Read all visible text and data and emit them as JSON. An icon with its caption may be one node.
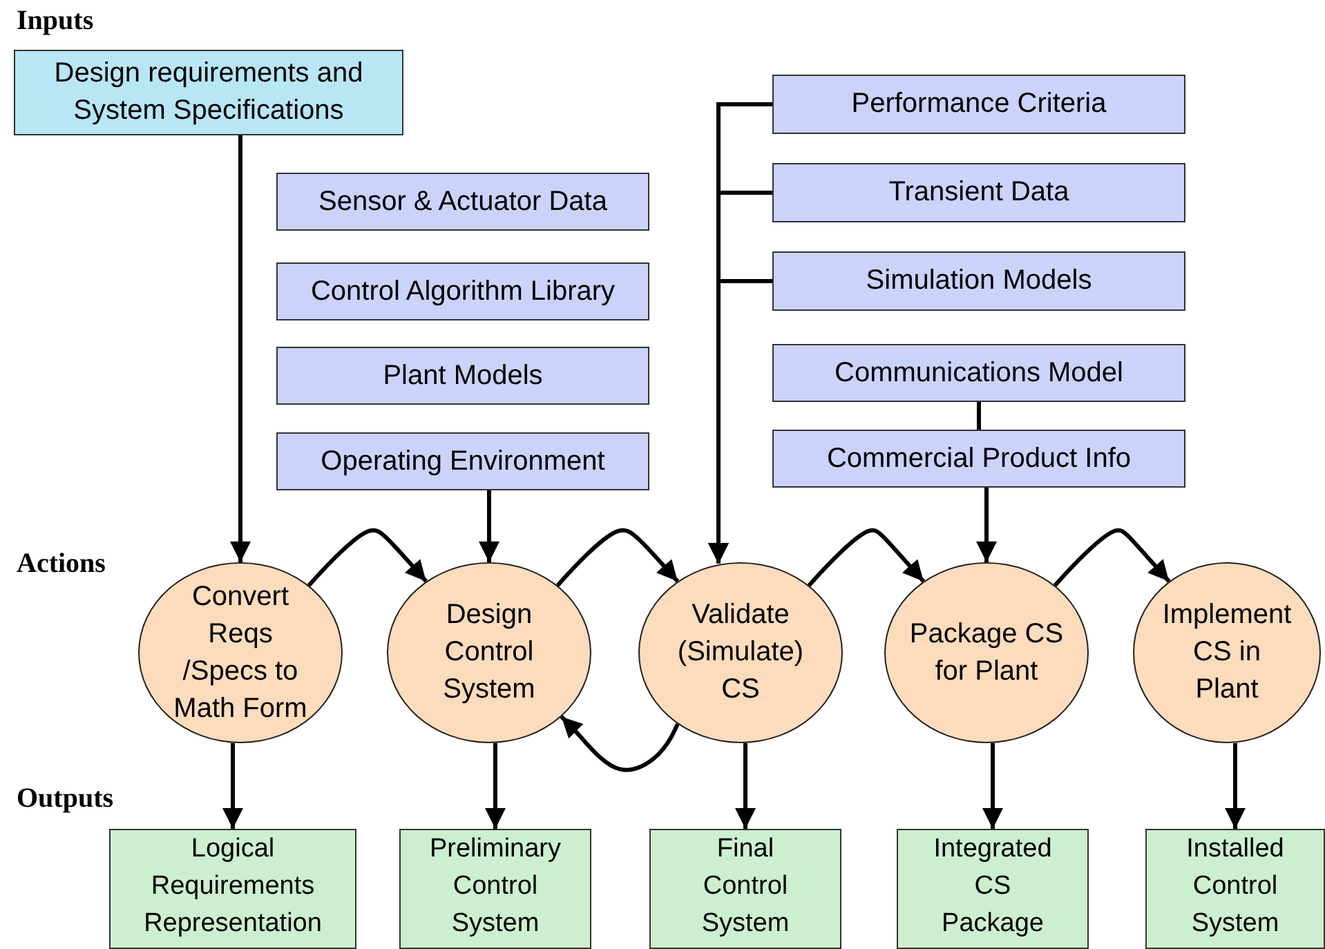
{
  "diagram": {
    "nodes": [
      {
        "text": [
          "Design requirements and System Specifications"
        ]
      },
      {
        "text": [
          "Sensor & Actuator Data"
        ]
      },
      {
        "text": [
          "Control Algorithm Library"
        ]
      },
      {
        "text": [
          "Plant Models"
        ]
      },
      {
        "text": [
          "Operating Environment"
        ]
      },
      {
        "text": [
          "Performance Criteria"
        ]
      },
      {
        "text": [
          "Transient Data"
        ]
      },
      {
        "text": [
          "Simulation Models"
        ]
      },
      {
        "text": [
          "Communications Model"
        ]
      },
      {
        "text": [
          "Commercial Product Info"
        ]
      },
      {
        "text": [
          "Convert Reqs /Specs to Math Form"
        ]
      },
      {
        "text": [
          "Design Control System"
        ]
      },
      {
        "text": [
          "Validate (Simulate) CS"
        ]
      },
      {
        "text": [
          "Package CS for Plant"
        ]
      },
      {
        "text": [
          "Implement CS in Plant"
        ]
      },
      {
        "text": [
          "Logical Requirements Representation"
        ]
      },
      {
        "text": [
          "Preliminary Control System"
        ]
      },
      {
        "text": [
          "Final Control System"
        ]
      },
      {
        "text": [
          "Integrated CS Package"
        ]
      },
      {
        "text": [
          "Installed Control System"
        ]
      }
    ],
    "edges": [
      {
        "from": 0,
        "to": 10,
        "arrow": "to"
      },
      {
        "from": 4,
        "to": 11,
        "arrow": "to"
      },
      {
        "from": 5,
        "to": 12,
        "arrow": "to"
      },
      {
        "from": 6,
        "to": 12,
        "arrow": "to"
      },
      {
        "from": 7,
        "to": 12,
        "arrow": "to"
      },
      {
        "from": 8,
        "to": 9,
        "arrow": "none"
      },
      {
        "from": 9,
        "to": 13,
        "arrow": "to"
      },
      {
        "from": 10,
        "to": 11,
        "arrow": "to"
      },
      {
        "from": 11,
        "to": 12,
        "arrow": "to"
      },
      {
        "from": 12,
        "to": 13,
        "arrow": "to"
      },
      {
        "from": 13,
        "to": 14,
        "arrow": "to"
      },
      {
        "from": 12,
        "to": 11,
        "arrow": "to"
      },
      {
        "from": 10,
        "to": 15,
        "arrow": "to"
      },
      {
        "from": 11,
        "to": 16,
        "arrow": "to"
      },
      {
        "from": 12,
        "to": 17,
        "arrow": "to"
      },
      {
        "from": 13,
        "to": 18,
        "arrow": "to"
      },
      {
        "from": 14,
        "to": 19,
        "arrow": "to"
      }
    ],
    "labels": [
      "Inputs",
      "Actions",
      "Outputs"
    ]
  }
}
